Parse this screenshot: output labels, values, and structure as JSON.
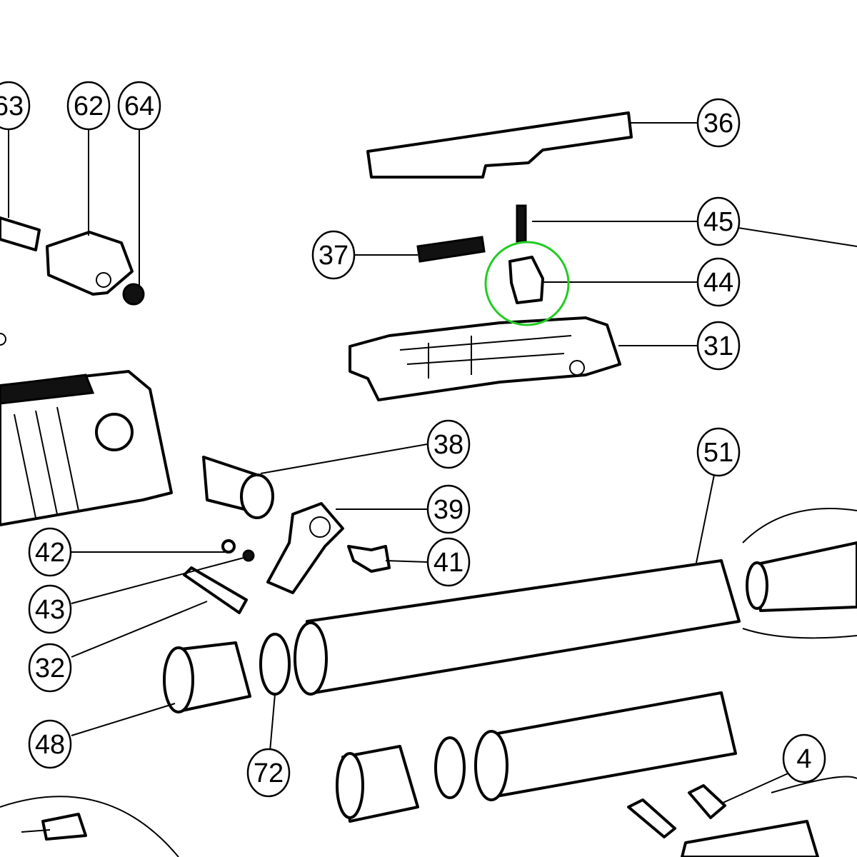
{
  "diagram": {
    "type": "exploded-parts-diagram",
    "highlight_color": "#22cc22",
    "highlighted_part": "44",
    "callouts": {
      "p63": "63",
      "p62": "62",
      "p64": "64",
      "p36": "36",
      "p45": "45",
      "p37": "37",
      "p44": "44",
      "p31": "31",
      "p38": "38",
      "p51": "51",
      "p39": "39",
      "p41": "41",
      "p42": "42",
      "p43": "43",
      "p32": "32",
      "p48": "48",
      "p72": "72",
      "p4": "4"
    }
  }
}
